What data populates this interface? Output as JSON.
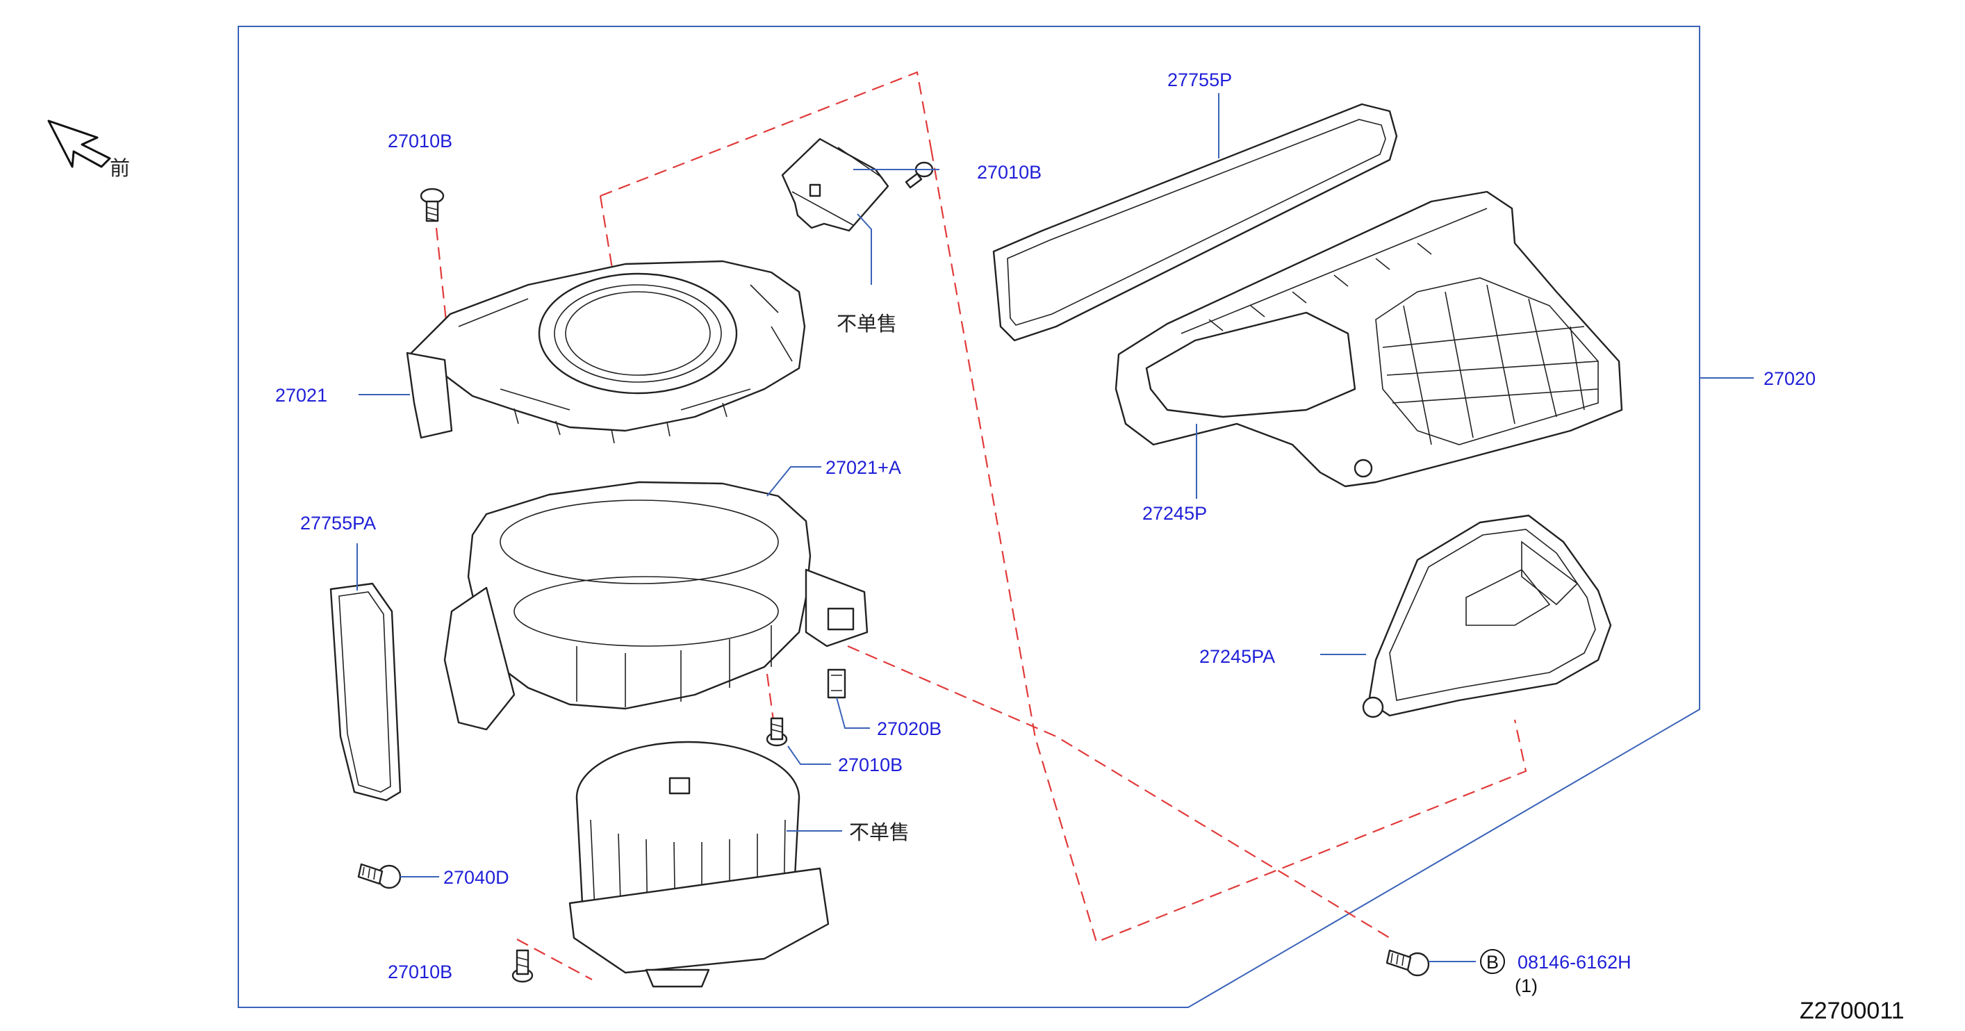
{
  "labels": {
    "front": "前",
    "p_27010B_a": "27010B",
    "p_27010B_b": "27010B",
    "p_27010B_c": "27010B",
    "p_27010B_d": "27010B",
    "not_sold_a": "不单售",
    "not_sold_b": "不单售",
    "p_27021": "27021",
    "p_27021A": "27021+A",
    "p_27755PA": "27755PA",
    "p_27020B": "27020B",
    "p_27040D": "27040D",
    "p_27755P": "27755P",
    "p_27245P": "27245P",
    "p_27020": "27020",
    "p_27245PA": "27245PA",
    "bolt_marker": "B",
    "p_08146": "08146-6162H",
    "qty": "(1)",
    "diagram_id": "Z2700011"
  },
  "colors": {
    "label_blue": "#1f1fd8",
    "leader_blue": "#3a63b8",
    "dash_red": "#e23a3a",
    "line_black": "#222222"
  }
}
